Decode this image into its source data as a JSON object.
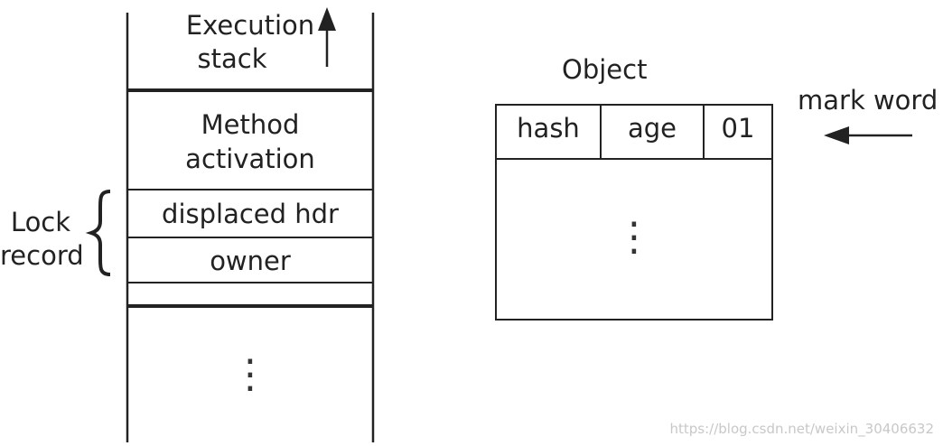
{
  "stack": {
    "execution_stack_line1": "Execution",
    "execution_stack_line2": "stack",
    "method_activation_line1": "Method",
    "method_activation_line2": "activation",
    "displaced_hdr": "displaced hdr",
    "owner": "owner",
    "continuation": "⋮"
  },
  "lock_record": {
    "line1": "Lock",
    "line2": "record"
  },
  "object": {
    "title": "Object",
    "mark_word_label": "mark word",
    "cells": [
      "hash",
      "age",
      "01"
    ],
    "continuation": "⋮"
  },
  "watermark": "https://blog.csdn.net/weixin_30406632",
  "colors": {
    "line": "#222222",
    "text": "#222222",
    "watermark": "#c8c8c8"
  }
}
